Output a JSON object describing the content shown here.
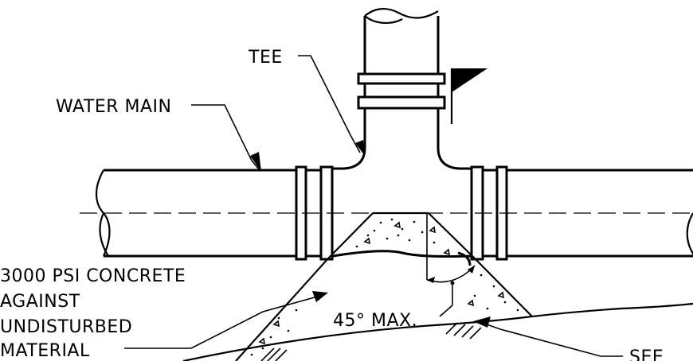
{
  "labels": {
    "tee": "TEE",
    "water_main": "WATER MAIN",
    "concrete": [
      "3000 PSI CONCRETE",
      "AGAINST",
      "UNDISTURBED",
      "MATERIAL"
    ],
    "angle": "45° MAX.",
    "see": "SEE"
  }
}
